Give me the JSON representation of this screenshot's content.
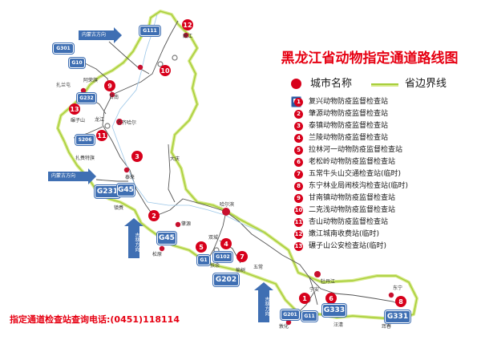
{
  "title": "黑龙江省动物指定通道路线图",
  "legend": {
    "city_label": "城市名称",
    "border_label": "省边界线",
    "key_label": "",
    "colors": {
      "city_dot": "#d7001b",
      "border_line": "#a6ce39",
      "road": "#3f6fb3",
      "marker": "#d7001b"
    }
  },
  "stations": [
    {
      "num": "1",
      "name": "复兴动物防疫监督检查站"
    },
    {
      "num": "2",
      "name": "肇源动物防疫监督检查站"
    },
    {
      "num": "3",
      "name": "泰镇动物防疫监督检查站"
    },
    {
      "num": "4",
      "name": "兰陵动物防疫监督检查站"
    },
    {
      "num": "5",
      "name": "拉林河一动物防疫监督检查站"
    },
    {
      "num": "6",
      "name": "老松岭动物防疫监督检查站"
    },
    {
      "num": "7",
      "name": "五常牛头山交通检查站(临时)"
    },
    {
      "num": "8",
      "name": "东宁林业局闹枝沟检查站(临时)"
    },
    {
      "num": "9",
      "name": "甘南镇动物防疫监督检查站"
    },
    {
      "num": "10",
      "name": "二克浅动物防疫监督检查站"
    },
    {
      "num": "11",
      "name": "杏山动物防疫监督检查站"
    },
    {
      "num": "12",
      "name": "嫩江城南收费站(临时)"
    },
    {
      "num": "13",
      "name": "碾子山公安检查站(临时)"
    }
  ],
  "phone": "指定通道检查站查询电话:(0451)118114",
  "map": {
    "roads": {
      "g111": "G111",
      "g301": "G301",
      "g10": "G10",
      "g232": "G232",
      "s206": "S206",
      "g231": "G231",
      "g4512": "G45",
      "g45": "G45",
      "g1": "G1",
      "g102": "G102",
      "g202": "G202",
      "g201": "G201",
      "g11": "G11",
      "g333": "G333",
      "g331": "G331"
    },
    "arrows": {
      "nm1": "内蒙古方向",
      "nm2": "内蒙古方向",
      "jl1": "吉林方向",
      "jl2": "吉林方向"
    },
    "towns": {
      "nenjiang": "嫩江",
      "jiagedaqi": "",
      "yilehuli": "",
      "zhalantun": "扎兰屯",
      "arong": "阿荣旗",
      "gannan": "甘南",
      "nianzishan": "碾子山",
      "longjiang": "龙江",
      "qiqihar": "齐齐哈尔",
      "zhalaiteqi": "扎赉特旗",
      "tailai": "泰来",
      "zhenlai": "镇赉",
      "daqing": "大庆",
      "zhaoyuan": "肇源",
      "songyuan": "松原",
      "harbin": "哈尔滨",
      "shuangcheng": "双城",
      "fuyu": "扶余",
      "yushu": "榆树",
      "wuchang": "五常",
      "mudanjiang": "牡丹江",
      "ningan": "宁安",
      "dongning": "东宁",
      "dunhua": "敦化",
      "wangqing": "汪清",
      "hunchun": "珲春"
    }
  }
}
